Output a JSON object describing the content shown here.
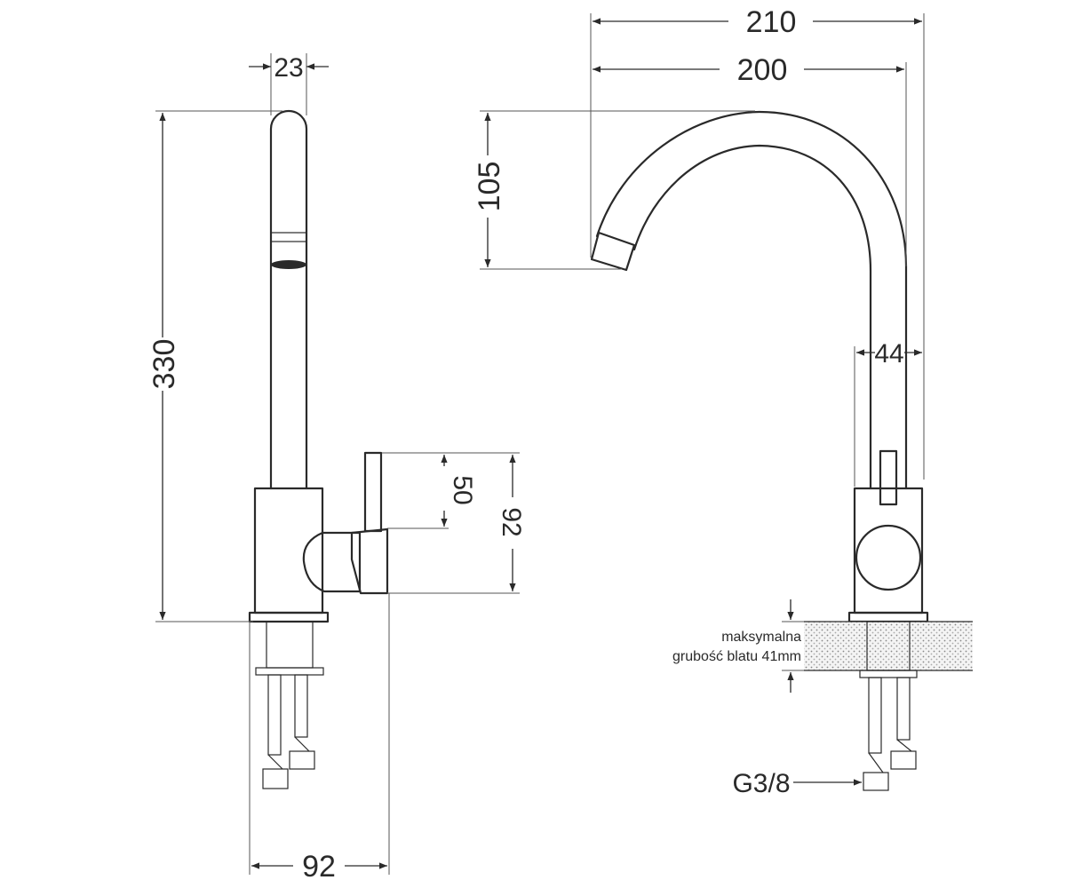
{
  "dimensions": {
    "left_spout_diameter": "23",
    "left_height": "330",
    "lever_height": "50",
    "lever_total": "92",
    "left_base_width": "92",
    "reach_outer": "210",
    "reach_inner": "200",
    "spout_drop": "105",
    "body_width": "44"
  },
  "annotations": {
    "countertop_line1": "maksymalna",
    "countertop_line2": "grubość blatu 41mm",
    "connection": "G3/8"
  },
  "colors": {
    "stroke": "#2a2a2a",
    "counter_hatch": "#888888"
  }
}
